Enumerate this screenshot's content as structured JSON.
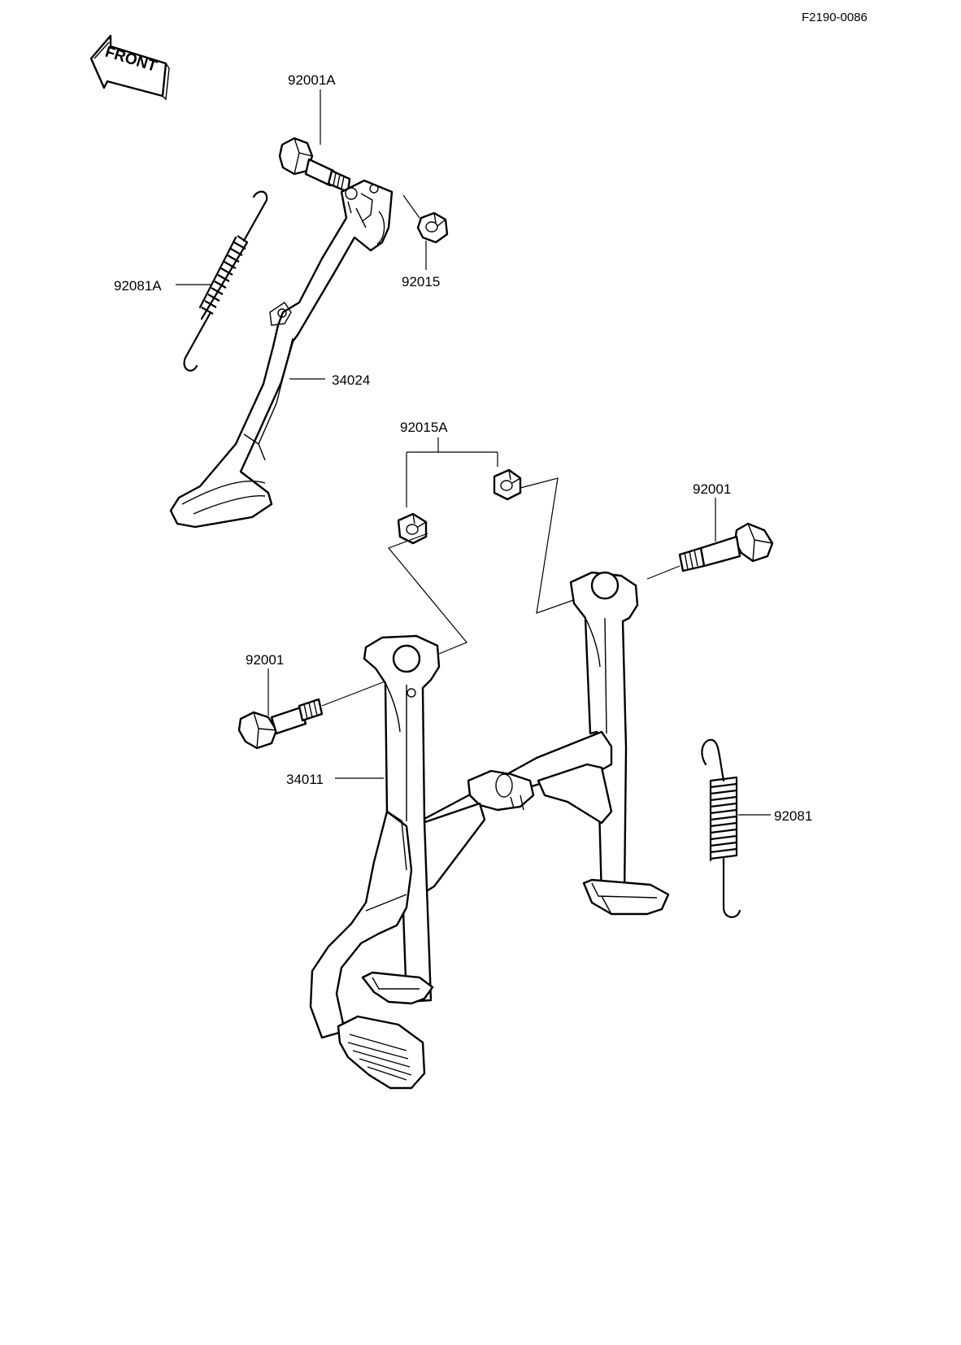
{
  "reference_code": "F2190-0086",
  "front_arrow": {
    "text": "FRONT"
  },
  "parts": {
    "bolt_side_stand": "92001A",
    "spring_side_stand": "92081A",
    "nut_side_stand": "92015",
    "side_stand": "34024",
    "nuts_main_stand": "92015A",
    "bolt_right": "92001",
    "bolt_left": "92001",
    "main_stand": "34011",
    "spring_main_stand": "92081"
  }
}
